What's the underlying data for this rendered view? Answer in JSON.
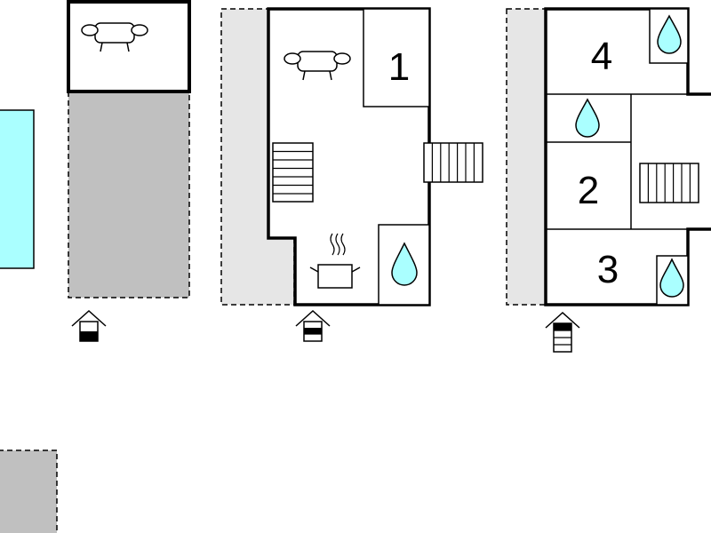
{
  "colors": {
    "pool": "#aaffff",
    "terrace": "#c0c0c0",
    "outdoor": "#e6e6e6",
    "water": "#aaffff",
    "wall": "#000000"
  },
  "rooms": {
    "room_1": "1",
    "room_2": "2",
    "room_3": "3",
    "room_4": "4"
  },
  "icons": {
    "sofa": "sofa-icon",
    "stairs": "stairs-icon",
    "bathroom": "water-drop-icon",
    "kitchen": "cooking-pot-icon",
    "floor_indicator": "house-floor-icon"
  },
  "floor_levels": {
    "garden": 1,
    "ground": 2,
    "upper": 3
  }
}
